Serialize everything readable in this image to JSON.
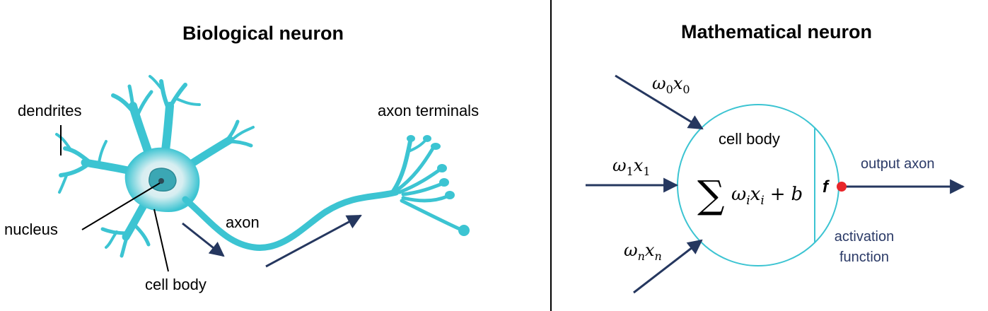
{
  "biological": {
    "title": "Biological neuron",
    "labels": {
      "dendrites": "dendrites",
      "nucleus": "nucleus",
      "cell_body": "cell body",
      "axon": "axon",
      "axon_terminals": "axon terminals"
    }
  },
  "mathematical": {
    "title": "Mathematical neuron",
    "inputs": [
      {
        "w": "ω",
        "wsub": "0",
        "x": "x",
        "xsub": "0"
      },
      {
        "w": "ω",
        "wsub": "1",
        "x": "x",
        "xsub": "1"
      },
      {
        "w": "ω",
        "wsub": "n",
        "x": "x",
        "xsub": "n"
      }
    ],
    "cell_body": "cell body",
    "sum": {
      "sigma": "∑",
      "w": "ω",
      "i1": "i",
      "x": "x",
      "i2": "i",
      "plus": "+",
      "b": "b"
    },
    "activation_symbol": "f",
    "output_label": "output axon",
    "activation_label_1": "activation",
    "activation_label_2": "function"
  },
  "colors": {
    "neuron_fill": "#3cc4d2",
    "neuron_glow": "#e8ecec",
    "nucleus_fill": "#3ba7b4",
    "arrow": "#25375f",
    "circle_stroke": "#3cc4d2",
    "activation_dot": "#e8262a",
    "divider": "#000000"
  }
}
